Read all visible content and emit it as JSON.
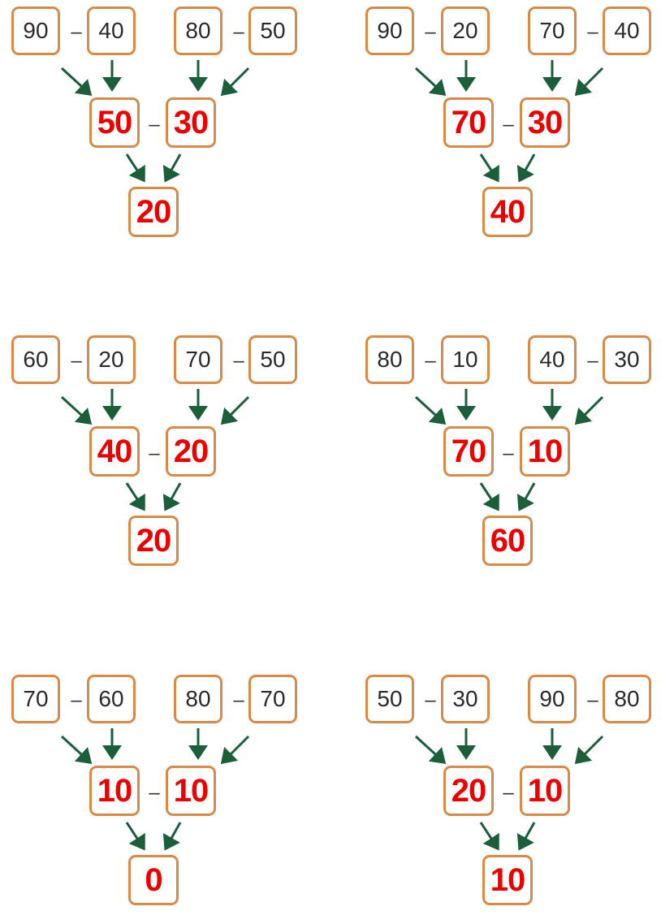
{
  "minus_sign": "–",
  "colors": {
    "box_border": "#d98a47",
    "arrow": "#1a5e3a",
    "answer": "#ee0000",
    "number": "#2a2a2a"
  },
  "diagrams": [
    {
      "left": [
        "90",
        "40"
      ],
      "right": [
        "80",
        "50"
      ],
      "mid": [
        "50",
        "30"
      ],
      "result": "20"
    },
    {
      "left": [
        "90",
        "20"
      ],
      "right": [
        "70",
        "40"
      ],
      "mid": [
        "70",
        "30"
      ],
      "result": "40"
    },
    {
      "left": [
        "60",
        "20"
      ],
      "right": [
        "70",
        "50"
      ],
      "mid": [
        "40",
        "20"
      ],
      "result": "20"
    },
    {
      "left": [
        "80",
        "10"
      ],
      "right": [
        "40",
        "30"
      ],
      "mid": [
        "70",
        "10"
      ],
      "result": "60"
    },
    {
      "left": [
        "70",
        "60"
      ],
      "right": [
        "80",
        "70"
      ],
      "mid": [
        "10",
        "10"
      ],
      "result": "0"
    },
    {
      "left": [
        "50",
        "30"
      ],
      "right": [
        "90",
        "80"
      ],
      "mid": [
        "20",
        "10"
      ],
      "result": "10"
    }
  ]
}
